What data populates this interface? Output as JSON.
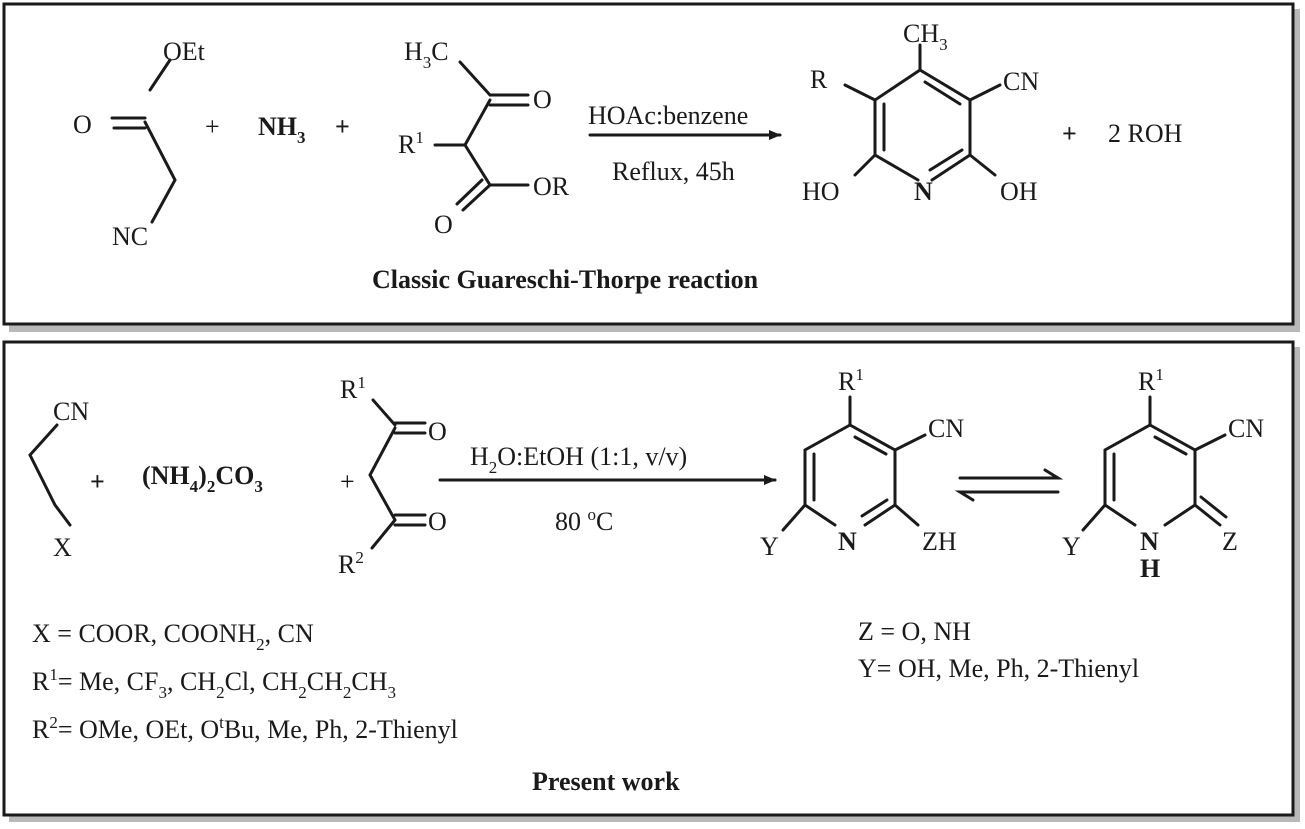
{
  "top_panel": {
    "title": "Classic Guareschi-Thorpe reaction",
    "ethyl_cyanoacetate": {
      "oet": "OEt",
      "o": "O",
      "nc": "NC"
    },
    "plus_1": "+",
    "ammonia": {
      "nh": "NH",
      "sub": "3"
    },
    "plus_2": "+",
    "ketoester": {
      "h": "H",
      "h_sub": "3",
      "c": "C",
      "o_keto": "O",
      "r": "R",
      "r_sup": "1",
      "o_ester": "O",
      "or": "OR"
    },
    "conditions_above": "HOAc:benzene",
    "conditions_below": "Reflux, 45h",
    "product": {
      "ch": "CH",
      "ch_sub": "3",
      "r": "R",
      "cn": "CN",
      "ho": "HO",
      "n": "N",
      "oh": "OH"
    },
    "plus_3": "+",
    "byproduct": "2 ROH"
  },
  "bottom_panel": {
    "title": "Present work",
    "nitrile": {
      "cn": "CN",
      "x": "X"
    },
    "plus_1": "+",
    "carbonate": {
      "open": "(NH",
      "sub1": "4",
      "mid": ")",
      "sub2": "2",
      "co": "CO",
      "sub3": "3"
    },
    "plus_2": "+",
    "dicarbonyl": {
      "r1": "R",
      "r1_sup": "1",
      "o_top": "O",
      "o_bottom": "O",
      "r2": "R",
      "r2_sup": "2"
    },
    "conditions_above": {
      "h": "H",
      "sub": "2",
      "rest": "O:EtOH (1:1, v/v)"
    },
    "conditions_below": {
      "temp": "80 ",
      "deg": "o",
      "unit": "C"
    },
    "product_a": {
      "r1": "R",
      "r1_sup": "1",
      "cn": "CN",
      "y": "Y",
      "n": "N",
      "zh": "ZH"
    },
    "product_b": {
      "r1": "R",
      "r1_sup": "1",
      "cn": "CN",
      "y": "Y",
      "n": "N",
      "h": "H",
      "z": "Z"
    },
    "legend_left": [
      {
        "text": "X = COOR, COONH",
        "sub": "2",
        "tail": ", CN"
      },
      {
        "r": "R",
        "sup": "1",
        "a": "= Me, CF",
        "s1": "3",
        "b": ", CH",
        "s2": "2",
        "c": "Cl, CH",
        "s3": "2",
        "d": "CH",
        "s4": "2",
        "e": "CH",
        "s5": "3"
      },
      {
        "r": "R",
        "sup": "2",
        "a": "= OMe, OEt, O",
        "sup2": "t",
        "b": "Bu, Me, Ph, 2-Thienyl"
      }
    ],
    "legend_right": [
      "Z = O, NH",
      "Y= OH, Me, Ph, 2-Thienyl"
    ]
  }
}
